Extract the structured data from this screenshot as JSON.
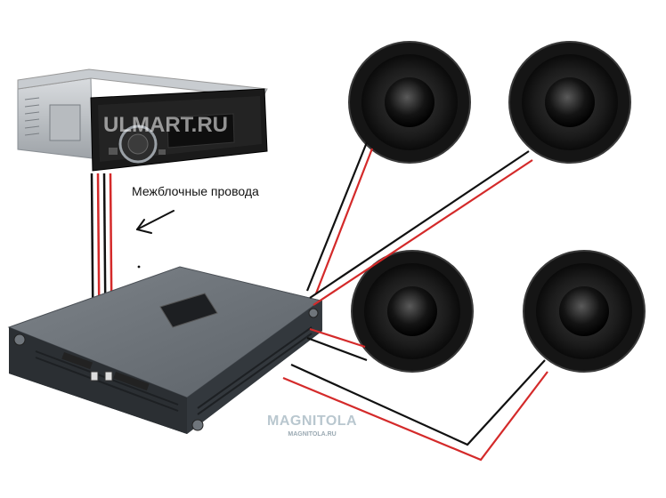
{
  "labels": {
    "interconnect": "Межблочные провода"
  },
  "watermarks": {
    "head_unit": "ULMART.RU",
    "logo_top": "MAGNITOLA",
    "logo_bottom": "MAGNITOLA.RU"
  },
  "colors": {
    "wire_black": "#111111",
    "wire_red": "#d42a2a"
  },
  "components": {
    "head_unit": "car-radio",
    "amplifier": "4-channel-amplifier",
    "speakers": [
      "speaker-top-left",
      "speaker-top-right",
      "speaker-bottom-left",
      "speaker-bottom-right"
    ]
  }
}
